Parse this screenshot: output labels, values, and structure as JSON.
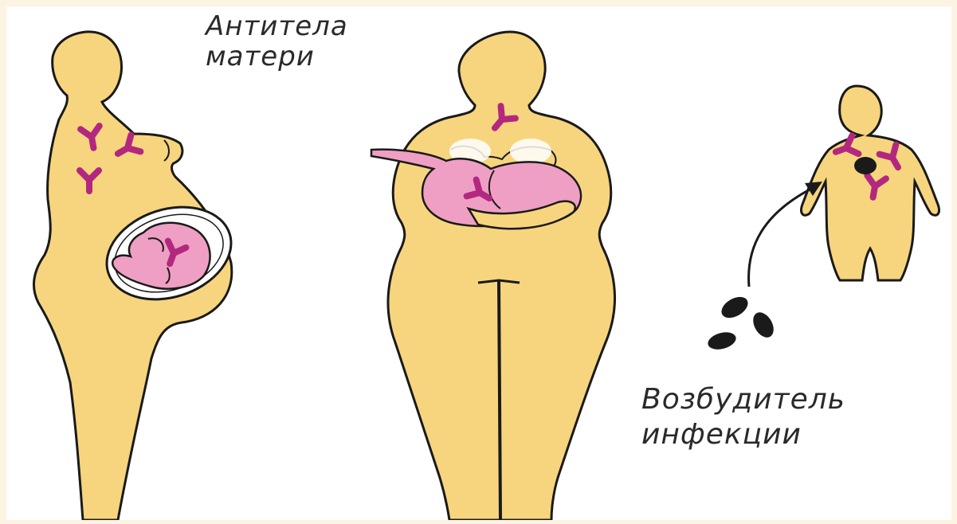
{
  "labels": {
    "antibodies": {
      "line1": "Антитела",
      "line2": "матери"
    },
    "pathogen": {
      "line1": "Возбудитель",
      "line2": "инфекции"
    }
  },
  "colors": {
    "background": "#fdf3e3",
    "page": "#ffffff",
    "body_fill": "#f7d57e",
    "outline": "#1a1a1a",
    "antibody": "#b3287f",
    "baby": "#ef9fc3",
    "pathogen": "#1a1a1a"
  },
  "icons": {
    "antibody": "antibody-y-icon",
    "pathogen": "pathogen-icon",
    "arrow": "arrow-icon"
  }
}
